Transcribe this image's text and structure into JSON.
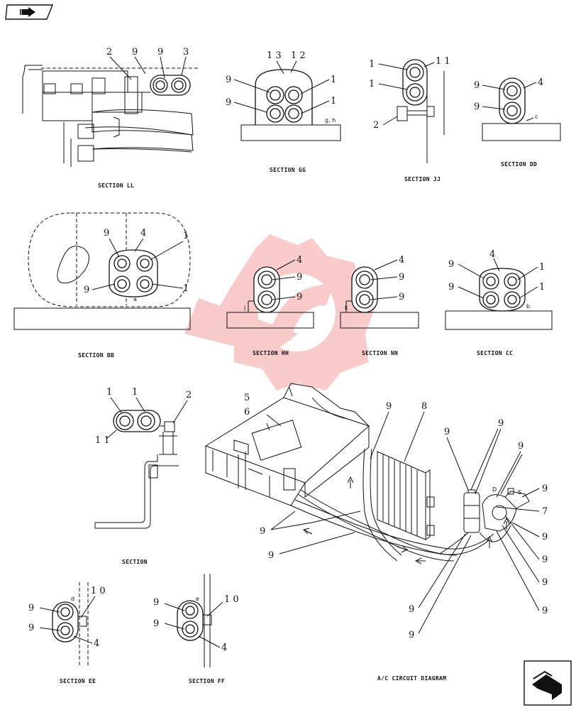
{
  "nav": {
    "prev_icon": "arrow-back-icon",
    "next_icon": "arrow-forward-icon"
  },
  "sections": {
    "ll": {
      "caption": "SECTION LL",
      "n1": "2",
      "n2": "9",
      "n3": "9",
      "n4": "3"
    },
    "gg": {
      "caption": "SECTION  GG",
      "n1": "1 3",
      "n2": "1 2",
      "n3": "9",
      "n4": "9",
      "n5": "1",
      "n6": "1",
      "n7": "g, h"
    },
    "jj": {
      "caption": "SECTION JJ",
      "n1": "1",
      "n2": "1",
      "n3": "1 1",
      "n4": "2"
    },
    "dd": {
      "caption": "SECTION  DD",
      "n1": "9",
      "n2": "9",
      "n3": "4",
      "n4": "c"
    },
    "bb": {
      "caption": "SECTION  BB",
      "n1": "9",
      "n2": "4",
      "n3": "1",
      "n4": "9",
      "n5": "1",
      "n6": "a"
    },
    "hh": {
      "caption": "SECTION HH",
      "n1": "4",
      "n2": "9",
      "n3": "9",
      "n4": "j"
    },
    "nn": {
      "caption": "SECTION NN",
      "n1": "4",
      "n2": "9",
      "n3": "9",
      "n4": "k"
    },
    "cc": {
      "caption": "SECTION  CC",
      "n1": "4",
      "n2": "9",
      "n3": "1",
      "n4": "9",
      "n5": "1",
      "n6": "b"
    },
    "plain": {
      "caption": "SECTION",
      "n1": "1",
      "n2": "1",
      "n3": "2",
      "n4": "1 1"
    },
    "ee": {
      "caption": "SECTION  EE",
      "n1": "d",
      "n2": "1 0",
      "n3": "9",
      "n4": "9",
      "n5": "4"
    },
    "ff": {
      "caption": "SECTION  FF",
      "n1": "e",
      "n2": "1 0",
      "n3": "9",
      "n4": "9",
      "n5": "4"
    }
  },
  "circuit": {
    "caption": "A/C CIRCUIT DIAGRAM",
    "labels": {
      "l5": "5",
      "l6": "6",
      "l8": "8",
      "l9a": "9",
      "l9b": "9",
      "l9c": "9",
      "l9d": "9",
      "lD": "D",
      "lS": "S",
      "l9e": "9",
      "l7": "7",
      "l9f": "9",
      "l9g": "9",
      "l9h": "9",
      "l9i": "9",
      "l9j": "9",
      "l9k": "9",
      "l9l": "9",
      "l9m": "9"
    }
  },
  "colors": {
    "watermark": "#f5a0a0",
    "ink": "#111111"
  }
}
